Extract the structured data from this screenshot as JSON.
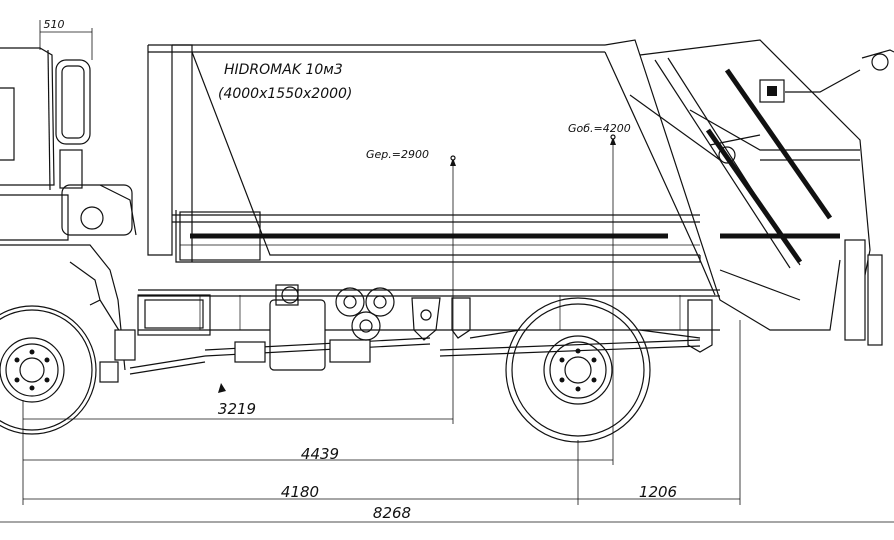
{
  "title": {
    "model": "HIDROMAK 10м3",
    "body_size": "(4000x1550x2000)"
  },
  "center_of_gravity": {
    "label": "Gер.=2900"
  },
  "overall_center": {
    "label": "Gоб.=4200"
  },
  "dimensions": {
    "cab_offset": "510",
    "wheelbase_partial": "3219",
    "front_axle_to_cg": "4439",
    "wheelbase": "4180",
    "rear_overhang": "1206",
    "overall_length": "8268"
  }
}
